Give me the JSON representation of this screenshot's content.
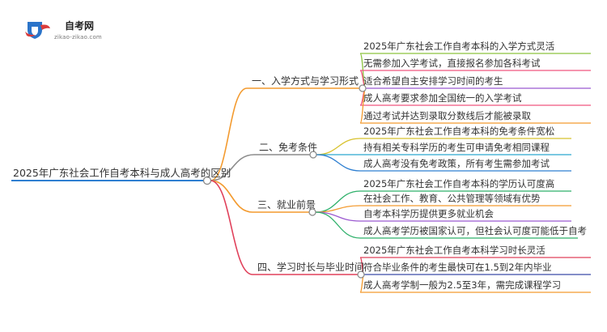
{
  "logo": {
    "title": "自考网",
    "url": "zikao-zikao.com",
    "colors": {
      "shield_blue": "#2b74c9",
      "shield_red": "#d93b3b"
    }
  },
  "root": {
    "label": "2025年广东社会工作自考本科与成人高考的区别"
  },
  "branches": [
    {
      "label": "一、入学方式与学习形式",
      "color": "#f39a2e",
      "leaves": [
        "2025年广东社会工作自考本科的入学方式灵活",
        "无需参加入学考试，直接报名参加各科考试",
        "适合希望自主安排学习时间的考生",
        "成人高考要求参加全国统一的入学考试",
        "通过考试并达到录取分数线后才能被录取"
      ],
      "leaf_colors": [
        "#8cc43f",
        "#f0567f",
        "#9b59d0",
        "#f0567f",
        "#f39a2e"
      ]
    },
    {
      "label": "二、免考条件",
      "color": "#8c8c8c",
      "leaves": [
        "2025年广东社会工作自考本科的免考条件宽松",
        "持有相关专科学历的考生可申请免考相同课程",
        "成人高考没有免考政策，所有考生需参加考试"
      ],
      "leaf_colors": [
        "#d8c22e",
        "#2aa8cf",
        "#2e7fd1"
      ]
    },
    {
      "label": "三、就业前景",
      "color": "#f39a2e",
      "leaves": [
        "2025年广东社会工作自考本科的学历认可度高",
        "在社会工作、教育、公共管理等领域有优势",
        "自考本科学历提供更多就业机会",
        "成人高考学历被国家认可，但社会认可度可能低于自考"
      ],
      "leaf_colors": [
        "#2eb06a",
        "#f39a2e",
        "#9b59d0",
        "#2eb06a"
      ]
    },
    {
      "label": "四、学习时长与毕业时间",
      "color": "#e0405a",
      "leaves": [
        "2025年广东社会工作自考本科学习时长灵活",
        "符合毕业条件的考生最快可在1.5到2年内毕业",
        "成人高考学制一般为2.5至3年，需完成课程学习"
      ],
      "leaf_colors": [
        "#e0405a",
        "#3b4aa8",
        "#f39a2e"
      ]
    }
  ],
  "colors": {
    "root_line": "#2e7fd1"
  }
}
